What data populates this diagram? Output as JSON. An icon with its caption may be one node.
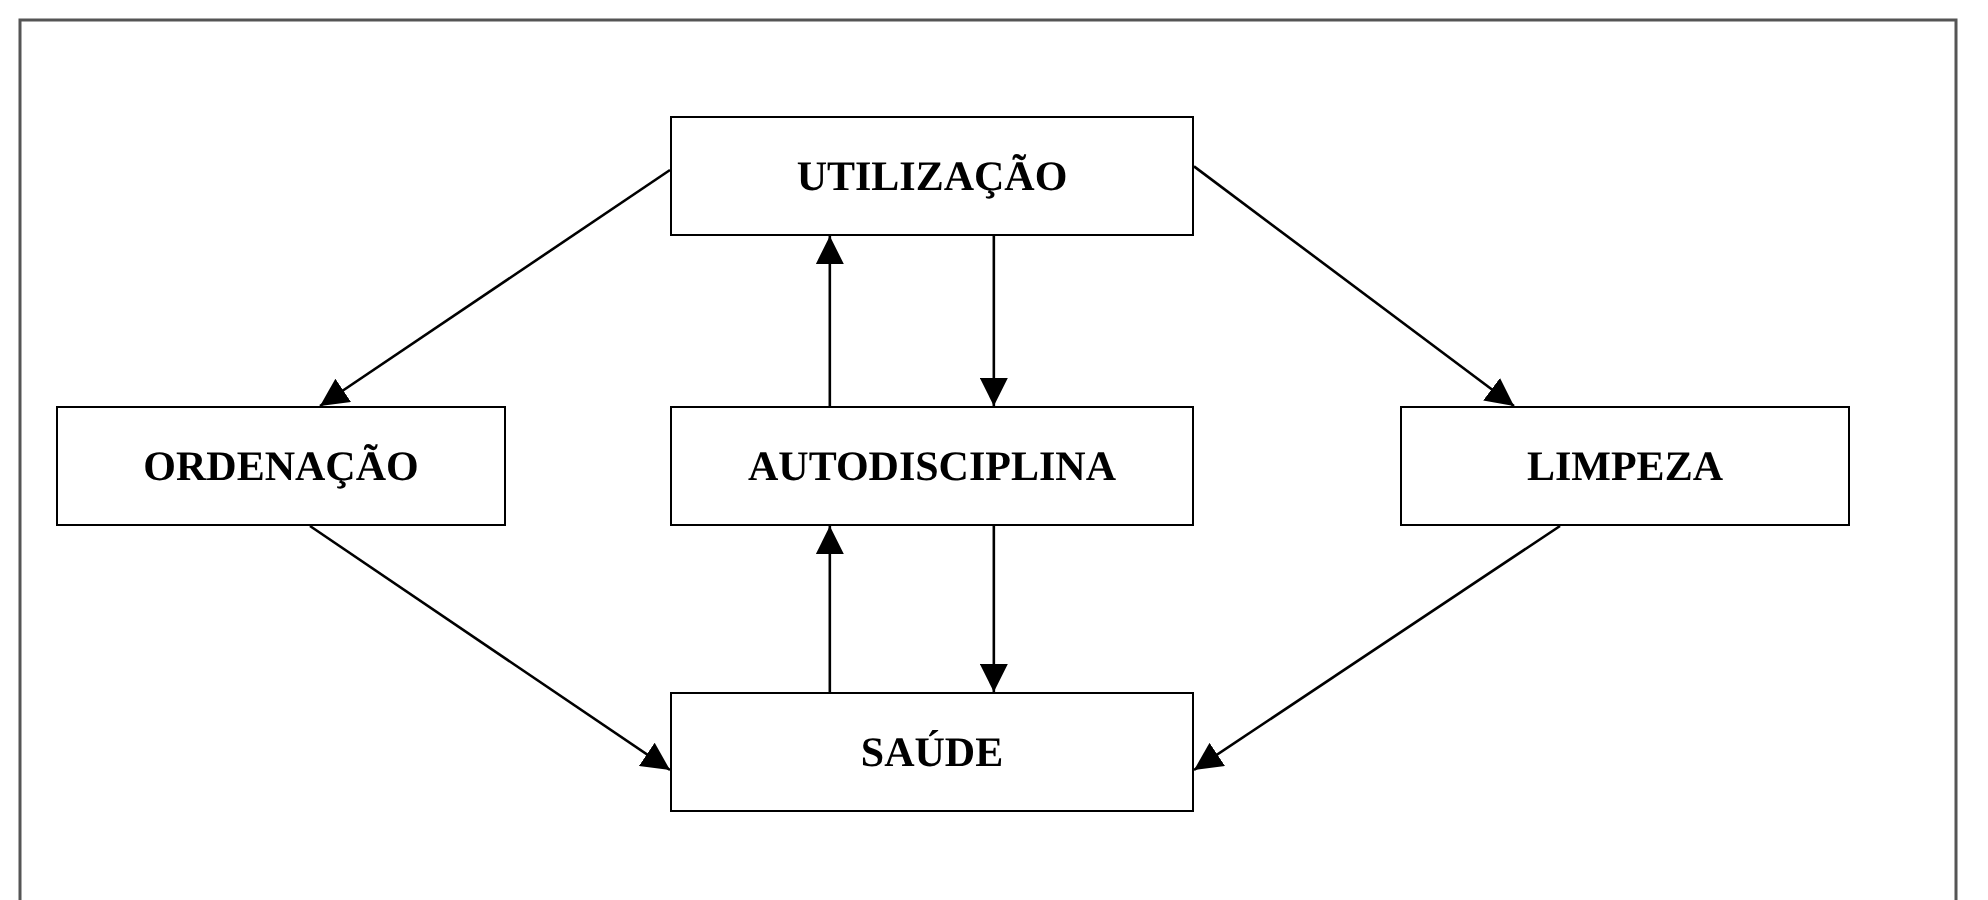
{
  "diagram": {
    "nodes": [
      {
        "text": [
          "UTILIZAÇÃO"
        ]
      },
      {
        "text": [
          "ORDENAÇÃO"
        ]
      },
      {
        "text": [
          "AUTODISCIPLINA"
        ]
      },
      {
        "text": [
          "LIMPEZA"
        ]
      },
      {
        "text": [
          "SAÚDE"
        ]
      }
    ],
    "edges": [
      {
        "from": 0,
        "to": 1,
        "arrow": "to"
      },
      {
        "from": 0,
        "to": 3,
        "arrow": "to"
      },
      {
        "from": 2,
        "to": 0,
        "arrow": "to"
      },
      {
        "from": 0,
        "to": 2,
        "arrow": "to"
      },
      {
        "from": 1,
        "to": 4,
        "arrow": "to"
      },
      {
        "from": 4,
        "to": 2,
        "arrow": "to"
      },
      {
        "from": 2,
        "to": 4,
        "arrow": "to"
      },
      {
        "from": 3,
        "to": 4,
        "arrow": "to"
      }
    ]
  }
}
